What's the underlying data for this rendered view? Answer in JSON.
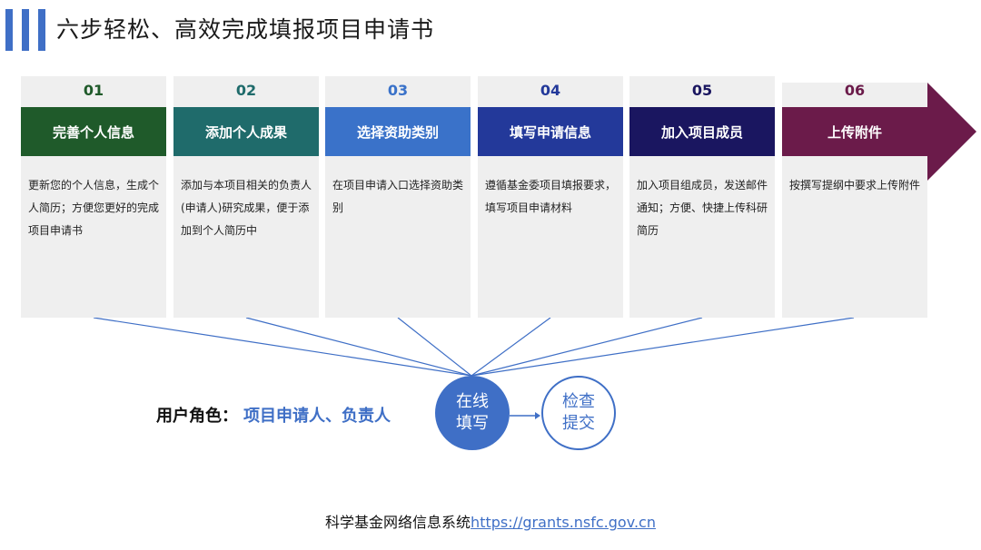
{
  "header": {
    "title": "六步轻松、高效完成填报项目申请书"
  },
  "steps": [
    {
      "num": "01",
      "label": "完善个人信息",
      "desc": "更新您的个人信息，生成个人简历；方便您更好的完成项目申请书",
      "num_color": "#1f5a2a",
      "label_bg": "#1f5a2a"
    },
    {
      "num": "02",
      "label": "添加个人成果",
      "desc": "添加与本项目相关的负责人(申请人)研究成果，便于添加到个人简历中",
      "num_color": "#1f6b6b",
      "label_bg": "#1f6b6b"
    },
    {
      "num": "03",
      "label": "选择资助类别",
      "desc": "在项目申请入口选择资助类别",
      "num_color": "#3a72c9",
      "label_bg": "#3a72c9"
    },
    {
      "num": "04",
      "label": "填写申请信息",
      "desc": "遵循基金委项目填报要求，填写项目申请材料",
      "num_color": "#23399a",
      "label_bg": "#23399a"
    },
    {
      "num": "05",
      "label": "加入项目成员",
      "desc": "加入项目组成员，发送邮件通知；方便、快捷上传科研简历",
      "num_color": "#1a1660",
      "label_bg": "#1a1660"
    },
    {
      "num": "06",
      "label": "上传附件",
      "desc": "按撰写提纲中要求上传附件",
      "num_color": "#6b1b4a",
      "label_bg": "#6b1b4a"
    }
  ],
  "role": {
    "key": "用户角色：",
    "value": "项目申请人、负责人"
  },
  "process": {
    "online_l1": "在线",
    "online_l2": "填写",
    "check_l1": "检查",
    "check_l2": "提交"
  },
  "footer": {
    "text": "科学基金网络信息系统",
    "url": "https://grants.nsfc.gov.cn"
  },
  "colors": {
    "accent": "#3f6fc6",
    "arrow": "#6b1b4a"
  }
}
